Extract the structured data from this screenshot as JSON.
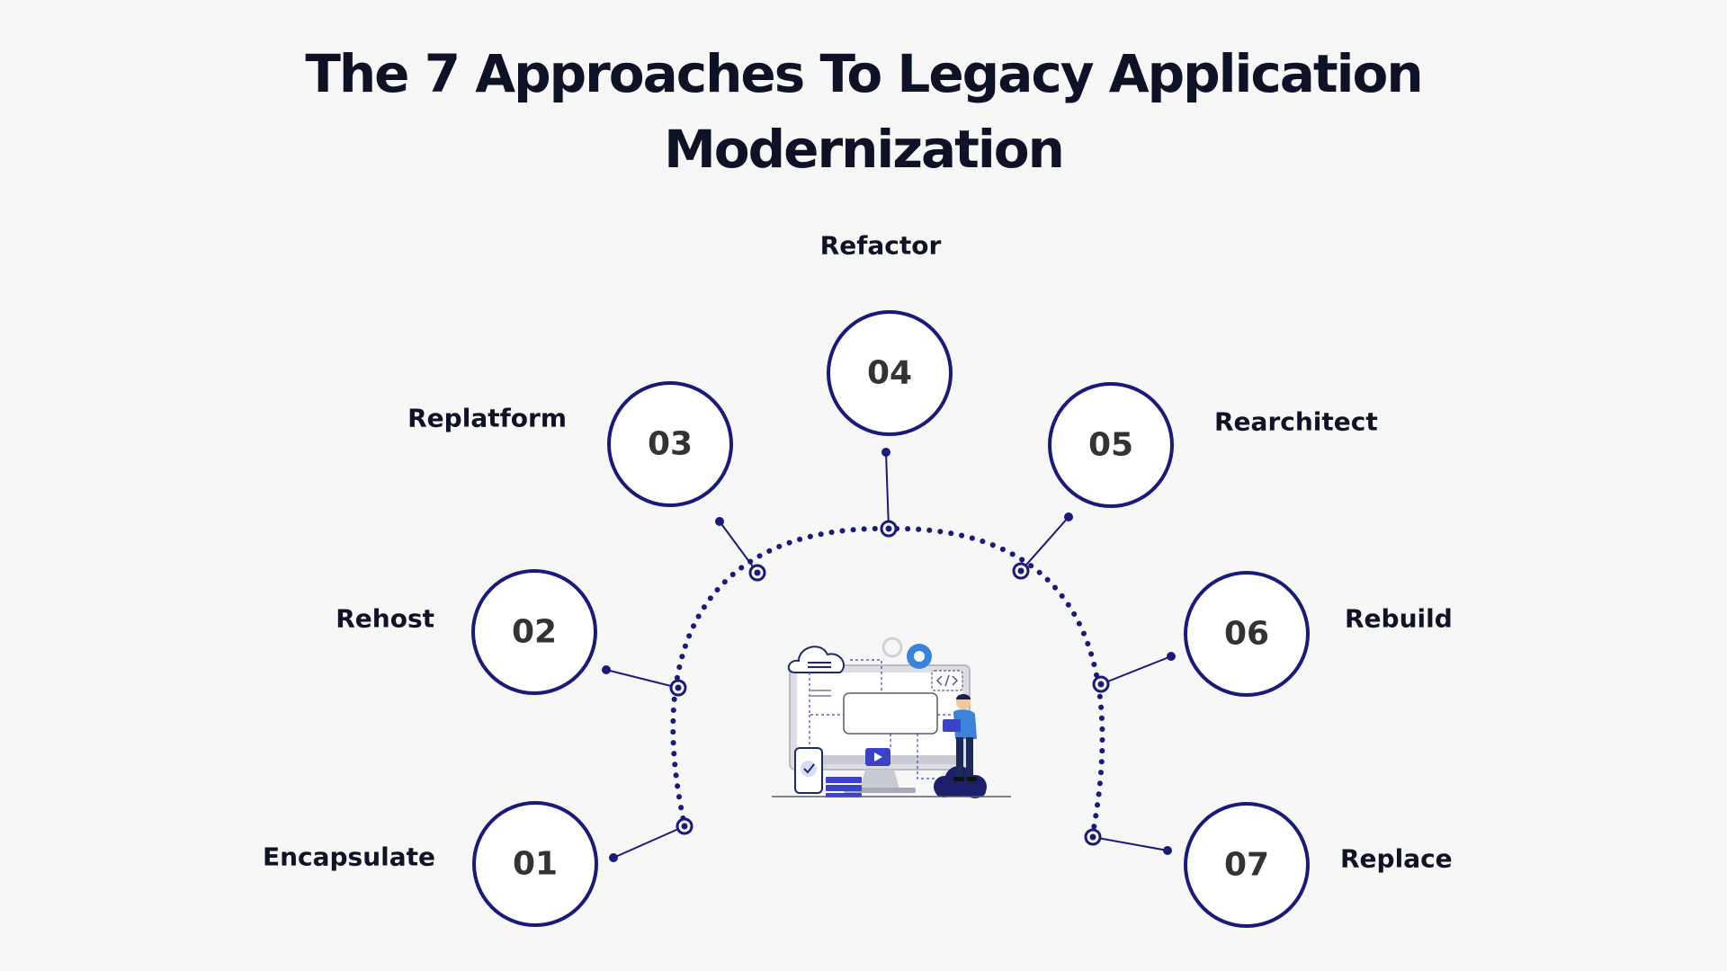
{
  "title": {
    "line1": "The 7 Approaches To Legacy Application",
    "line2": "Modernization"
  },
  "colors": {
    "background": "#f7f7f7",
    "accent": "#1a1a7a",
    "number_text": "#333333",
    "label_text": "#101226"
  },
  "steps": [
    {
      "number": "01",
      "label": "Encapsulate"
    },
    {
      "number": "02",
      "label": "Rehost"
    },
    {
      "number": "03",
      "label": "Replatform"
    },
    {
      "number": "04",
      "label": "Refactor"
    },
    {
      "number": "05",
      "label": "Rearchitect"
    },
    {
      "number": "06",
      "label": "Rebuild"
    },
    {
      "number": "07",
      "label": "Replace"
    }
  ],
  "illustration": {
    "icons": [
      "cloud-icon",
      "gear-icon",
      "code-icon",
      "monitor-icon",
      "play-icon",
      "phone-check-icon",
      "server-icon",
      "person-icon"
    ]
  }
}
